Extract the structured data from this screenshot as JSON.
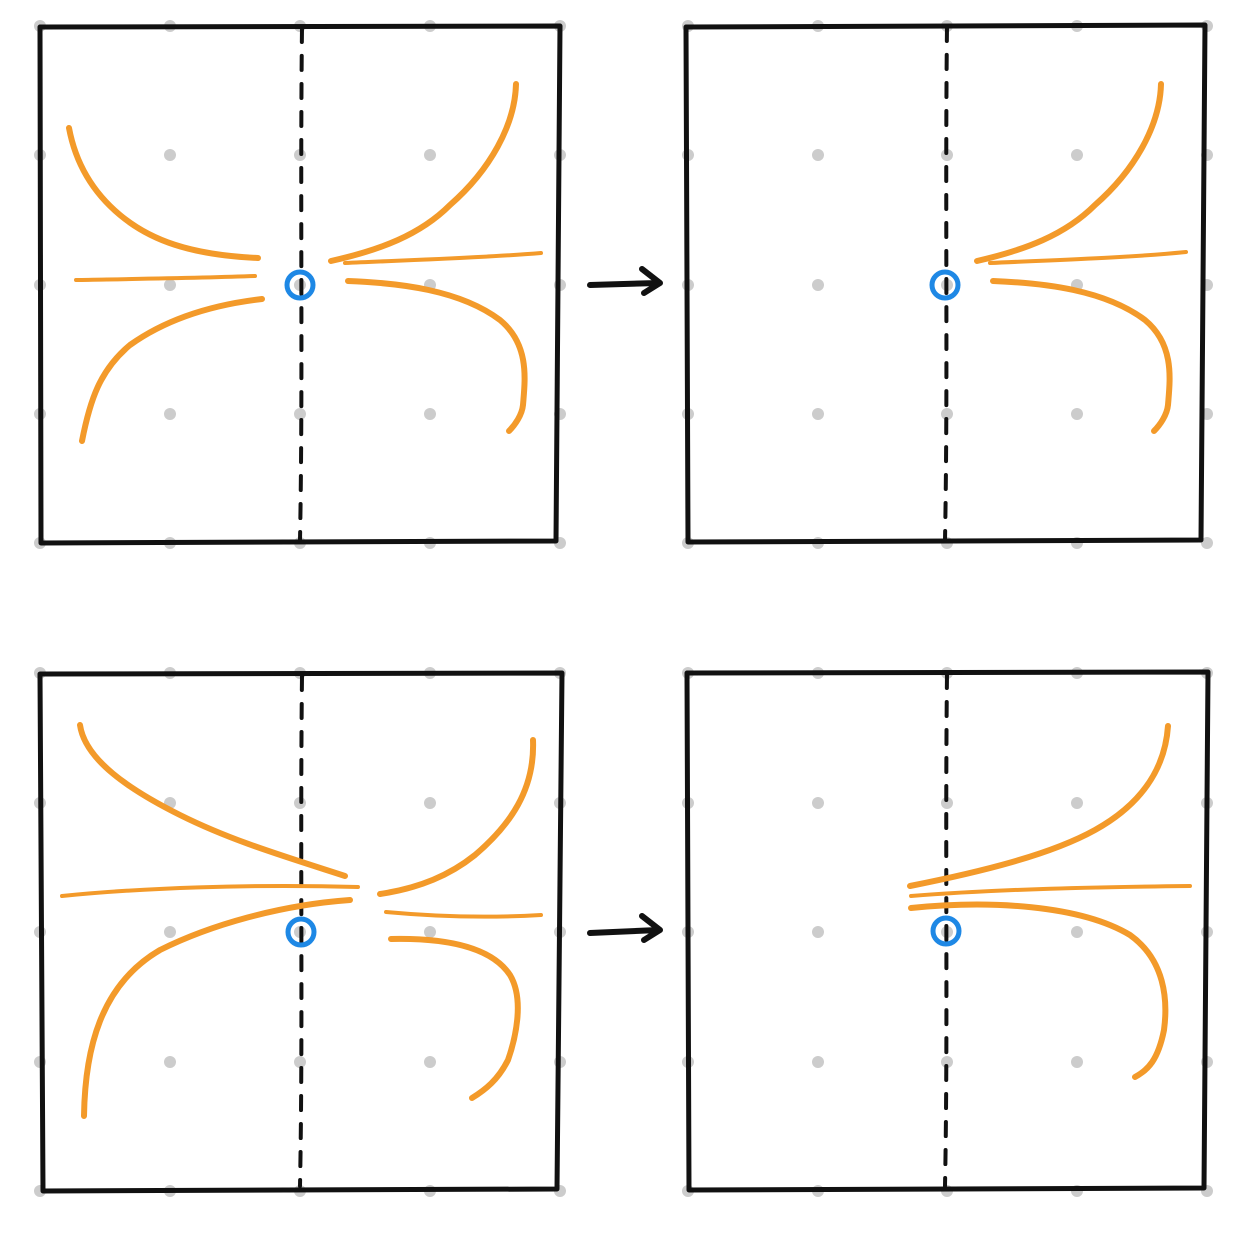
{
  "colors": {
    "stroke": "#F39A2A",
    "pivot": "#1E88E5",
    "frame": "#111111",
    "grid_dot": "#CCCCCC",
    "arrow": "#111111"
  },
  "panels": [
    {
      "id": "top-left",
      "row": "top",
      "role": "before",
      "pivot_marker": "circle",
      "axis": "vertical-dashed"
    },
    {
      "id": "top-right",
      "row": "top",
      "role": "after",
      "pivot_marker": "circle",
      "axis": "vertical-dashed"
    },
    {
      "id": "bottom-left",
      "row": "bottom",
      "role": "before",
      "pivot_marker": "circle",
      "axis": "vertical-dashed"
    },
    {
      "id": "bottom-right",
      "row": "bottom",
      "role": "after",
      "pivot_marker": "circle",
      "axis": "vertical-dashed"
    }
  ],
  "arrows": [
    {
      "id": "top-arrow",
      "icon": "right-arrow-icon"
    },
    {
      "id": "bottom-arrow",
      "icon": "right-arrow-icon"
    }
  ]
}
